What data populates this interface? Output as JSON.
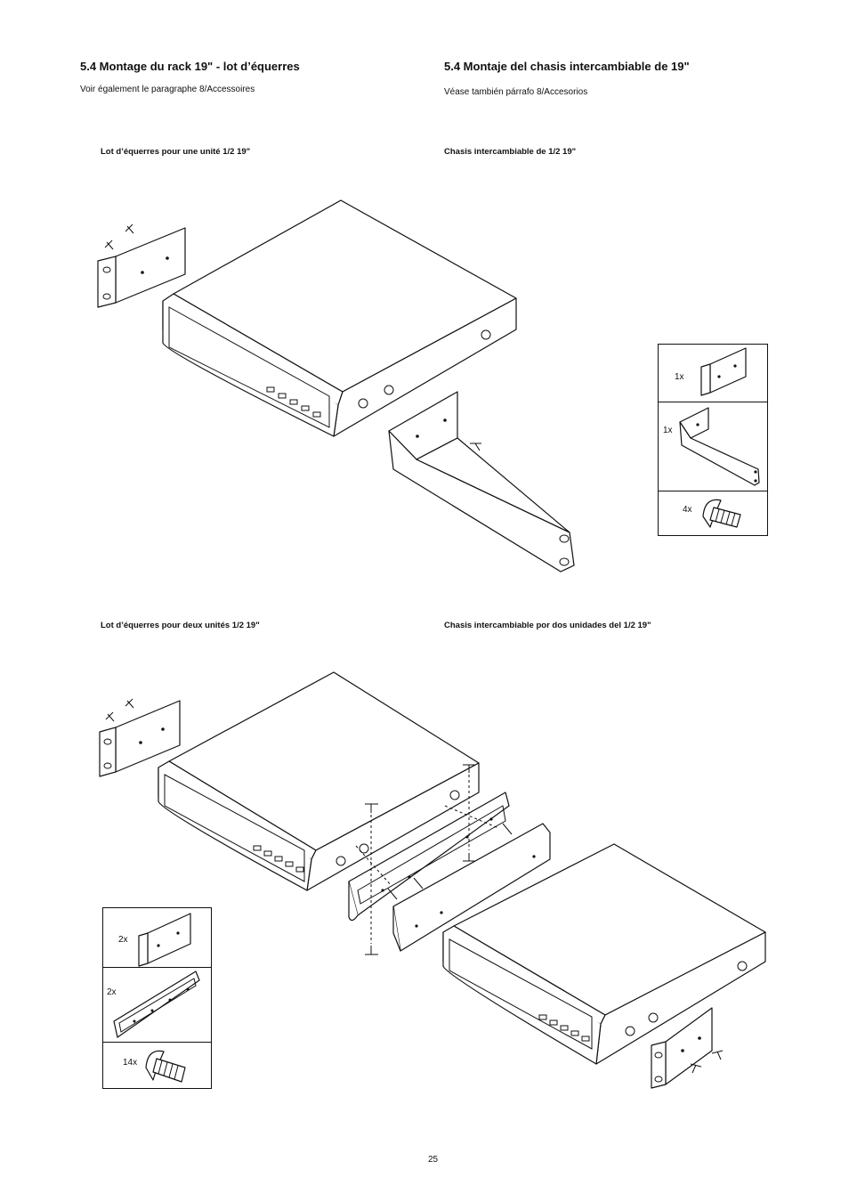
{
  "left": {
    "heading": "5.4  Montage du rack 19\" - lot d’équerres",
    "note": "Voir également le paragraphe 8/Accessoires",
    "caption_single": "Lot d’équerres pour une unité 1/2 19\"",
    "caption_double": "Lot d’équerres pour deux unités 1/2 19\""
  },
  "right": {
    "heading": "5.4  Montaje del chasis intercambiable de 19\"",
    "note": "Véase también párrafo 8/Accesorios",
    "caption_single": "Chasis intercambiable de 1/2 19\"",
    "caption_double": "Chasis intercambiable por dos unidades del 1/2 19\""
  },
  "kit_single": {
    "qty_bracket": "1x",
    "qty_rail": "1x",
    "qty_screws": "4x"
  },
  "kit_double": {
    "qty_bracket": "2x",
    "qty_rail": "2x",
    "qty_screws": "14x"
  },
  "page_number": "25"
}
